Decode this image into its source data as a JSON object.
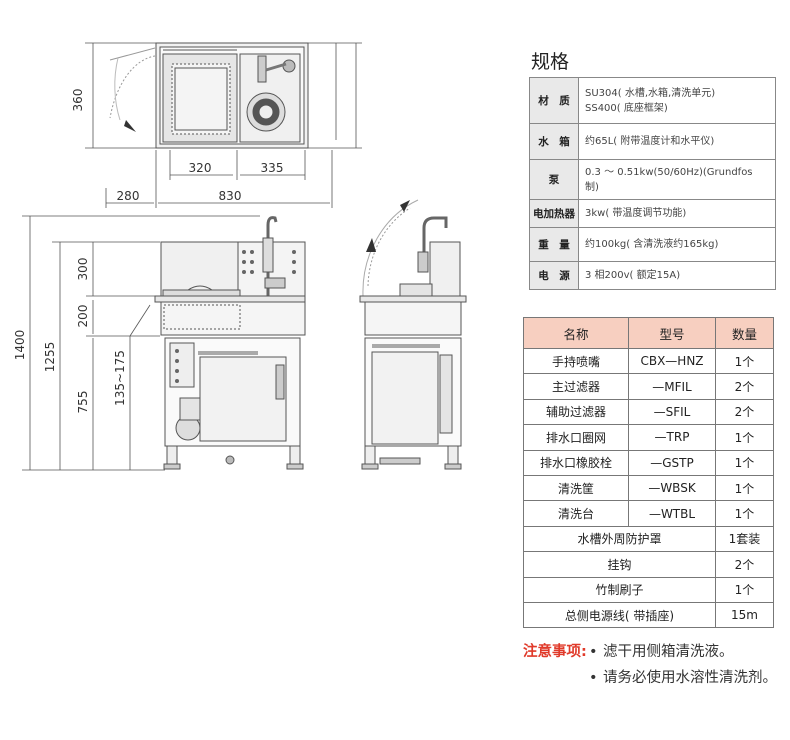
{
  "drawing": {
    "dims": {
      "top_depth": "360",
      "top_w1": "320",
      "top_w2": "335",
      "left_offset": "280",
      "total_width": "830",
      "height_total": "1400",
      "height_1255": "1255",
      "height_755": "755",
      "height_300": "300",
      "height_200": "200",
      "height_range": "135~175"
    }
  },
  "spec": {
    "title": "规格",
    "rows": [
      {
        "key": "材　质",
        "lines": [
          "SU304( 水槽,水箱,清洗单元)",
          "SS400( 底座框架)"
        ]
      },
      {
        "key": "水　箱",
        "lines": [
          "约65L( 附带温度计和水平仪)"
        ]
      },
      {
        "key": "泵",
        "lines": [
          "0.3 ～ 0.51kw(50/60Hz)(Grundfos",
          "制)"
        ]
      },
      {
        "key": "电加热器",
        "lines": [
          "3kw( 带温度调节功能)"
        ]
      },
      {
        "key": "重　量",
        "lines": [
          "约100kg( 含清洗液约165kg)"
        ]
      },
      {
        "key": "电　源",
        "lines": [
          "3 相200v( 额定15A)"
        ]
      }
    ]
  },
  "parts": {
    "headers": [
      "名称",
      "型号",
      "数量"
    ],
    "rows": [
      [
        "手持喷嘴",
        "CBX—HNZ",
        "1个"
      ],
      [
        "主过滤器",
        "—MFIL",
        "2个"
      ],
      [
        "辅助过滤器",
        "—SFIL",
        "2个"
      ],
      [
        "排水口圈网",
        "—TRP",
        "1个"
      ],
      [
        "排水口橡胶栓",
        "—GSTP",
        "1个"
      ],
      [
        "清洗筐",
        "—WBSK",
        "1个"
      ],
      [
        "清洗台",
        "—WTBL",
        "1个"
      ]
    ],
    "merged_rows": [
      [
        "水槽外周防护罩",
        "1套装"
      ],
      [
        "挂钩",
        "2个"
      ],
      [
        "竹制刷子",
        "1个"
      ],
      [
        "总侧电源线( 带插座)",
        "15m"
      ]
    ]
  },
  "notes": {
    "label": "注意事项:",
    "items": [
      "滤干用侧箱清洗液。",
      "请务必使用水溶性清洗剂。"
    ]
  }
}
